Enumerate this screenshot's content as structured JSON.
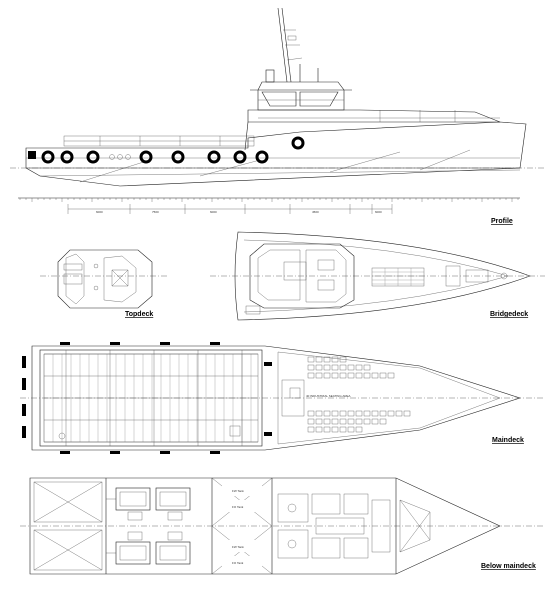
{
  "views": {
    "profile": "Profile",
    "topdeck": "Topdeck",
    "bridgedeck": "Bridgedeck",
    "maindeck": "Maindeck",
    "below_maindeck": "Below maindeck"
  },
  "profile_dims": [
    "6000",
    "7500",
    "6000",
    "4500",
    "6000"
  ],
  "maindeck_note": "40 INDUSTRIAL SEATING AREA",
  "below_rooms": [
    "FW Tank",
    "FO Tank",
    "FW Tank",
    "FO Tank"
  ],
  "colors": {
    "line": "#222222",
    "fender": "#000000",
    "paper": "#ffffff"
  }
}
